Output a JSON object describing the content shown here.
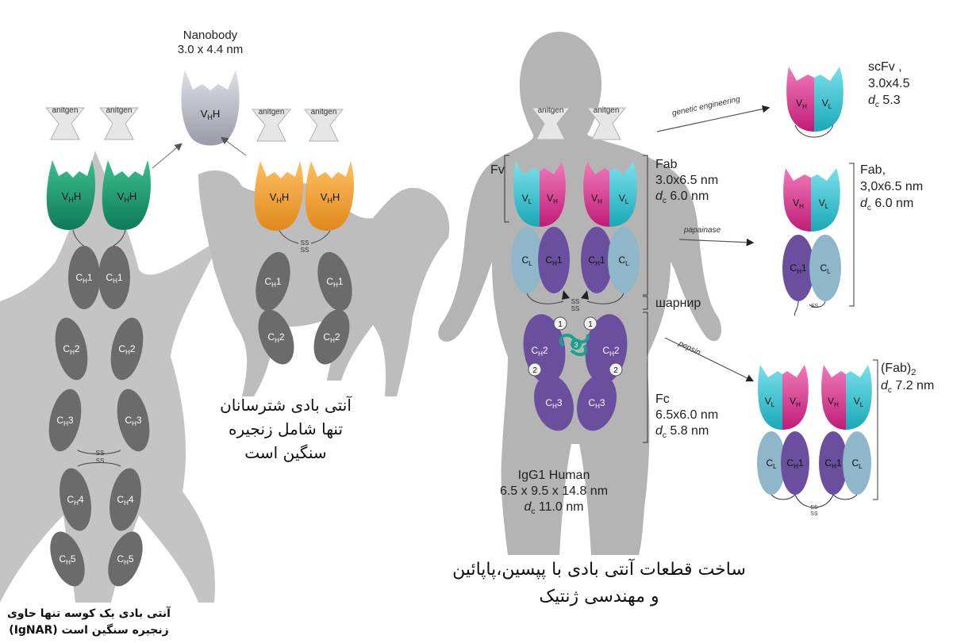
{
  "nanobody": {
    "title": "Nanobody",
    "size": "3.0 x 4.4 nm",
    "domain": "VHH"
  },
  "antigen_label": "anitgen",
  "shark": {
    "caption_line1": "آنتی بادی یک کوسه تنها حاوی",
    "caption_line2": "زنجیره سنگین است (IgNAR)",
    "domains": [
      "VHH",
      "CH1",
      "CH2",
      "CH3",
      "CH4",
      "CH5"
    ]
  },
  "camel": {
    "caption_line1": "آنتی بادی شترسانان",
    "caption_line2": "تنها شامل زنجیره",
    "caption_line3": "سنگین است",
    "domains": [
      "VHH",
      "CH1",
      "CH2"
    ]
  },
  "human": {
    "fv_label": "Fv",
    "fab_title": "Fab",
    "fab_size": "3.0x6.5 nm",
    "fab_dc": "d",
    "fab_dc_sub": "c",
    "fab_dc_value": "6.0 nm",
    "hinge_label": "шарнир",
    "fc_title": "Fc",
    "fc_size": "6.5x6.0 nm",
    "fc_dc_value": "5.8 nm",
    "igg_title": "IgG1 Human",
    "igg_size": "6.5 x 9.5 x 14.8 nm",
    "igg_dc_value": "11.0 nm",
    "domains": [
      "VL",
      "VH",
      "CL",
      "CH1",
      "CH2",
      "CH3"
    ],
    "numbers": [
      "1",
      "2",
      "3"
    ],
    "ss": "SS",
    "caption_line1": "ساخت قطعات آنتی بادی با پپسین،پاپائین",
    "caption_line2": "و مهندسی ژنتیک"
  },
  "arrows": {
    "genetic": "genetic engineering",
    "papain": "papainase",
    "pepsin": "pepsin"
  },
  "scfv": {
    "title": "scFv ,",
    "size": "3.0x4.5",
    "dc_value": "5.3"
  },
  "fab": {
    "title": "Fab,",
    "size": "3,0x6.5 nm",
    "dc_value": "6.0 nm"
  },
  "fab2": {
    "title": "(Fab)",
    "title_sub": "2",
    "dc_value": "7.2 nm"
  },
  "colors": {
    "silhouette": "#bdbdbd",
    "human": "#b3b3b3",
    "green": "#1a8f6a",
    "orange": "#f3a43a",
    "grey_domain": "#6b6b6b",
    "cyan": "#2ab8c8",
    "magenta": "#d02b86",
    "purple": "#6a4f9e",
    "light_blue": "#8fb6c9",
    "teal": "#1ca08c"
  }
}
